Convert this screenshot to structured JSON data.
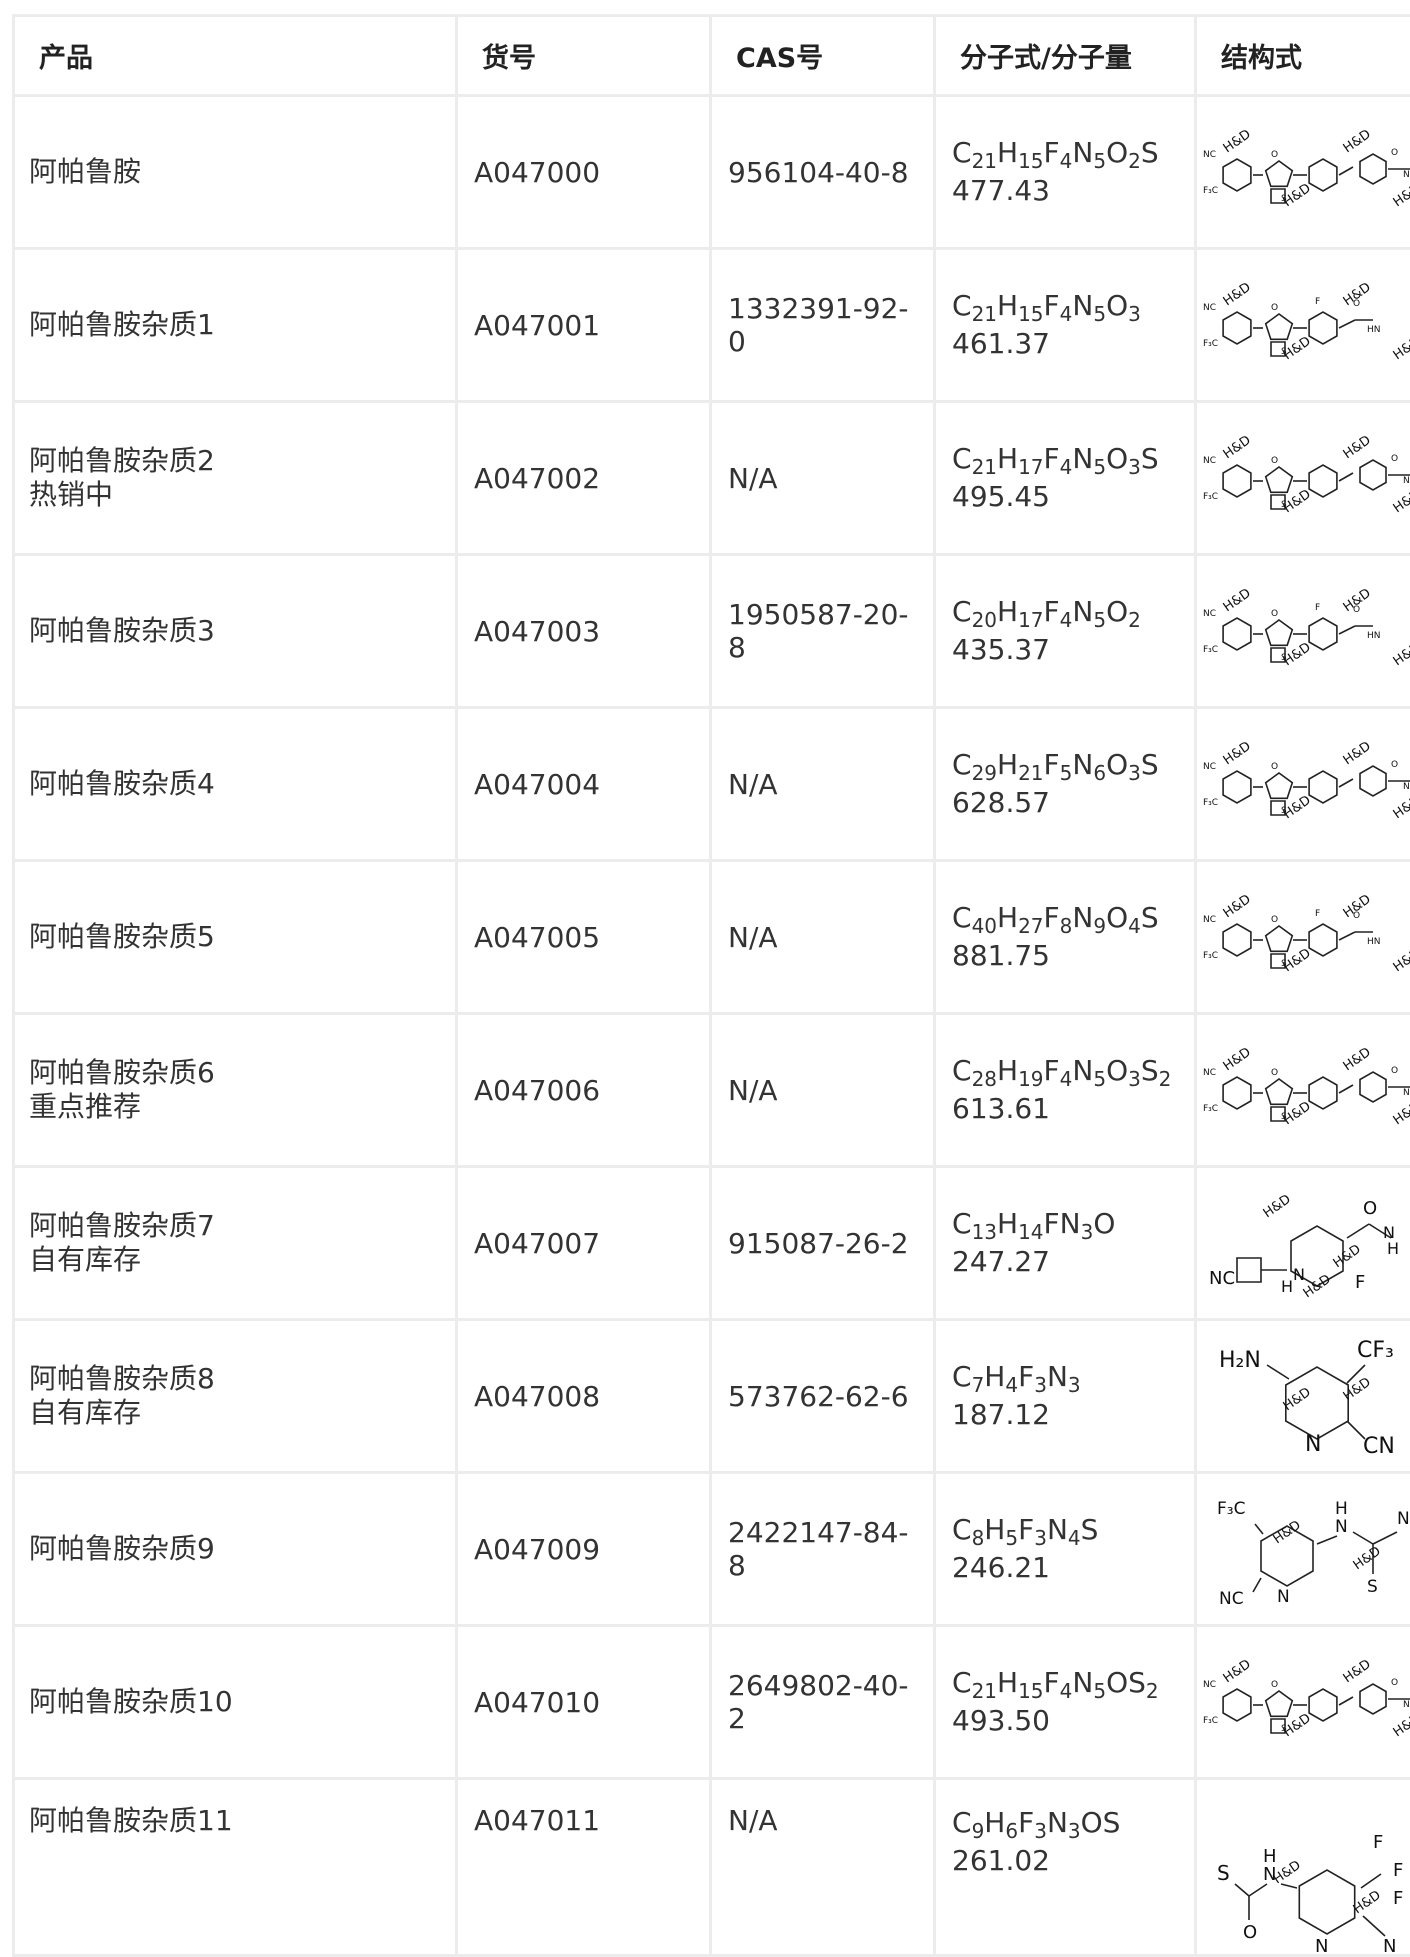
{
  "header": {
    "product": "产品",
    "code": "货号",
    "cas": "CAS号",
    "formula": "分子式/分子量",
    "structure": "结构式"
  },
  "rows": [
    {
      "name": "阿帕鲁胺",
      "tag": "",
      "code": "A047000",
      "cas": "956104-40-8",
      "formula": "C<sub>21</sub>H<sub>15</sub>F<sub>4</sub>N<sub>5</sub>O<sub>2</sub>S",
      "mw": "477.43"
    },
    {
      "name": "阿帕鲁胺杂质1",
      "tag": "",
      "code": "A047001",
      "cas": "1332391-92-0",
      "formula": "C<sub>21</sub>H<sub>15</sub>F<sub>4</sub>N<sub>5</sub>O<sub>3</sub>",
      "mw": "461.37"
    },
    {
      "name": "阿帕鲁胺杂质2",
      "tag": "热销中",
      "code": "A047002",
      "cas": "N/A",
      "formula": "C<sub>21</sub>H<sub>17</sub>F<sub>4</sub>N<sub>5</sub>O<sub>3</sub>S",
      "mw": "495.45"
    },
    {
      "name": "阿帕鲁胺杂质3",
      "tag": "",
      "code": "A047003",
      "cas": "1950587-20-8",
      "formula": "C<sub>20</sub>H<sub>17</sub>F<sub>4</sub>N<sub>5</sub>O<sub>2</sub>",
      "mw": "435.37"
    },
    {
      "name": "阿帕鲁胺杂质4",
      "tag": "",
      "code": "A047004",
      "cas": "N/A",
      "formula": "C<sub>29</sub>H<sub>21</sub>F<sub>5</sub>N<sub>6</sub>O<sub>3</sub>S",
      "mw": "628.57"
    },
    {
      "name": "阿帕鲁胺杂质5",
      "tag": "",
      "code": "A047005",
      "cas": "N/A",
      "formula": "C<sub>40</sub>H<sub>27</sub>F<sub>8</sub>N<sub>9</sub>O<sub>4</sub>S",
      "mw": "881.75"
    },
    {
      "name": "阿帕鲁胺杂质6",
      "tag": "重点推荐",
      "code": "A047006",
      "cas": "N/A",
      "formula": "C<sub>28</sub>H<sub>19</sub>F<sub>4</sub>N<sub>5</sub>O<sub>3</sub>S<sub>2</sub>",
      "mw": "613.61"
    },
    {
      "name": "阿帕鲁胺杂质7",
      "tag": "自有库存",
      "code": "A047007",
      "cas": "915087-26-2",
      "formula": "C<sub>13</sub>H<sub>14</sub>FN<sub>3</sub>O",
      "mw": "247.27"
    },
    {
      "name": "阿帕鲁胺杂质8",
      "tag": "自有库存",
      "code": "A047008",
      "cas": "573762-62-6",
      "formula": "C<sub>7</sub>H<sub>4</sub>F<sub>3</sub>N<sub>3</sub>",
      "mw": "187.12"
    },
    {
      "name": "阿帕鲁胺杂质9",
      "tag": "",
      "code": "A047009",
      "cas": "2422147-84-8",
      "formula": "C<sub>8</sub>H<sub>5</sub>F<sub>3</sub>N<sub>4</sub>S",
      "mw": "246.21"
    },
    {
      "name": "阿帕鲁胺杂质10",
      "tag": "",
      "code": "A047010",
      "cas": "2649802-40-2",
      "formula": "C<sub>21</sub>H<sub>15</sub>F<sub>4</sub>N<sub>5</sub>OS<sub>2</sub>",
      "mw": "493.50"
    },
    {
      "name": "阿帕鲁胺杂质11",
      "tag": "",
      "code": "A047011",
      "cas": "N/A",
      "formula": "C<sub>9</sub>H<sub>6</sub>F<sub>3</sub>N<sub>3</sub>OS",
      "mw": "261.02"
    }
  ],
  "watermark": "H&D"
}
